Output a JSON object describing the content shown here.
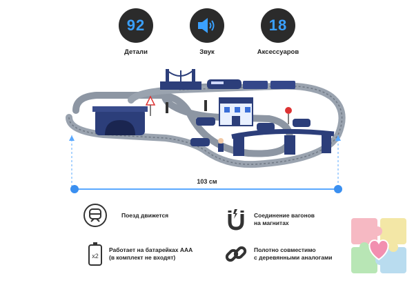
{
  "stats": [
    {
      "value": "92",
      "label": "Детали",
      "icon": "number-badge"
    },
    {
      "value": "",
      "label": "Звук",
      "icon": "speaker-icon"
    },
    {
      "value": "18",
      "label": "Аксессуаров",
      "icon": "number-badge"
    }
  ],
  "dimension": {
    "label": "103 см"
  },
  "features": [
    {
      "text": "Поезд движется",
      "icon": "train-icon"
    },
    {
      "text": "Соединение вагонов\nна магнитах",
      "icon": "magnet-icon"
    },
    {
      "text": "Работает на батарейках ААА\n(в комплект не входят)",
      "icon": "battery-icon"
    },
    {
      "text": "Полотно совместимо\nс деревянными аналогами",
      "icon": "chain-link-icon"
    }
  ],
  "colors": {
    "accent": "#3aa0ff",
    "dark": "#2b2b2b",
    "track": "#8d96a3",
    "navy": "#2c3e7a"
  }
}
